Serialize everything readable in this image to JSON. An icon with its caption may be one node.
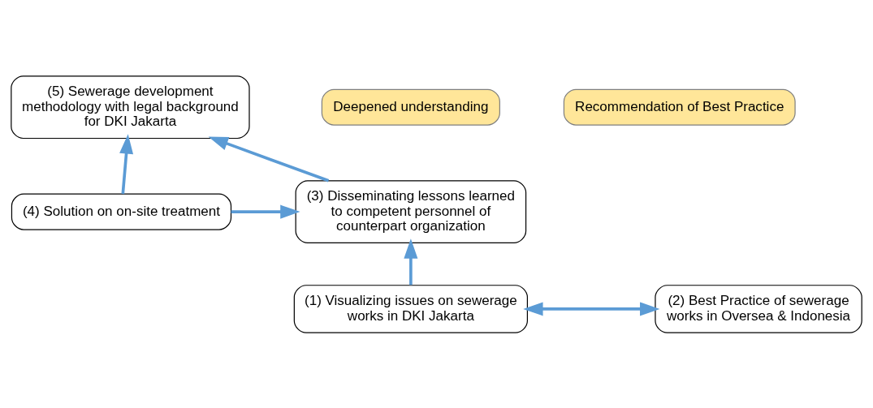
{
  "diagram": {
    "nodes": [
      {
        "text": [
          "(5) Sewerage development methodology with legal background for DKI Jakarta"
        ]
      },
      {
        "text": [
          "Deepened understanding"
        ]
      },
      {
        "text": [
          "Recommendation of Best Practice"
        ]
      },
      {
        "text": [
          "(3) Disseminating lessons learned to competent personnel of counterpart organization"
        ]
      },
      {
        "text": [
          "(4) Solution on on-site treatment"
        ]
      },
      {
        "text": [
          "(1) Visualizing issues on sewerage works in DKI Jakarta"
        ]
      },
      {
        "text": [
          "(2) Best Practice of sewerage works in Oversea & Indonesia"
        ]
      }
    ],
    "edges": [
      {
        "from": 3,
        "to": 0,
        "arrow": "to"
      },
      {
        "from": 4,
        "to": 0,
        "arrow": "to"
      },
      {
        "from": 4,
        "to": 3,
        "arrow": "to"
      },
      {
        "from": 5,
        "to": 3,
        "arrow": "to"
      },
      {
        "from": 5,
        "to": 6,
        "arrow": "both"
      }
    ]
  }
}
